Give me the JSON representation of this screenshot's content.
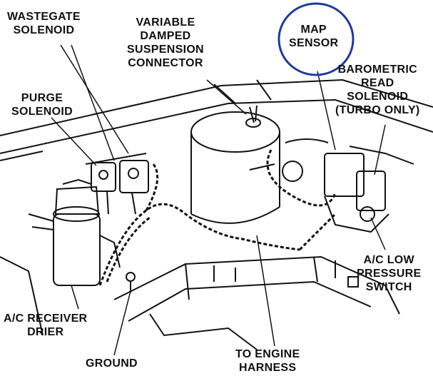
{
  "labels": {
    "wastegate_solenoid": [
      "WASTEGATE",
      "SOLENOID"
    ],
    "variable_damped_suspension_connector": [
      "VARIABLE",
      "DAMPED",
      "SUSPENSION",
      "CONNECTOR"
    ],
    "map_sensor": [
      "MAP",
      "SENSOR"
    ],
    "barometric_read_solenoid": [
      "BAROMETRIC",
      "READ",
      "SOLENOID",
      "(TURBO ONLY)"
    ],
    "purge_solenoid": [
      "PURGE",
      "SOLENOID"
    ],
    "ac_low_pressure_switch": [
      "A/C LOW",
      "PRESSURE",
      "SWITCH"
    ],
    "ac_receiver_drier": [
      "A/C RECEIVER",
      "DRIER"
    ],
    "ground": [
      "GROUND"
    ],
    "to_engine_harness": [
      "TO ENGINE",
      "HARNESS"
    ]
  },
  "highlight_color": "#1f3a9e",
  "line_color": "#111111"
}
